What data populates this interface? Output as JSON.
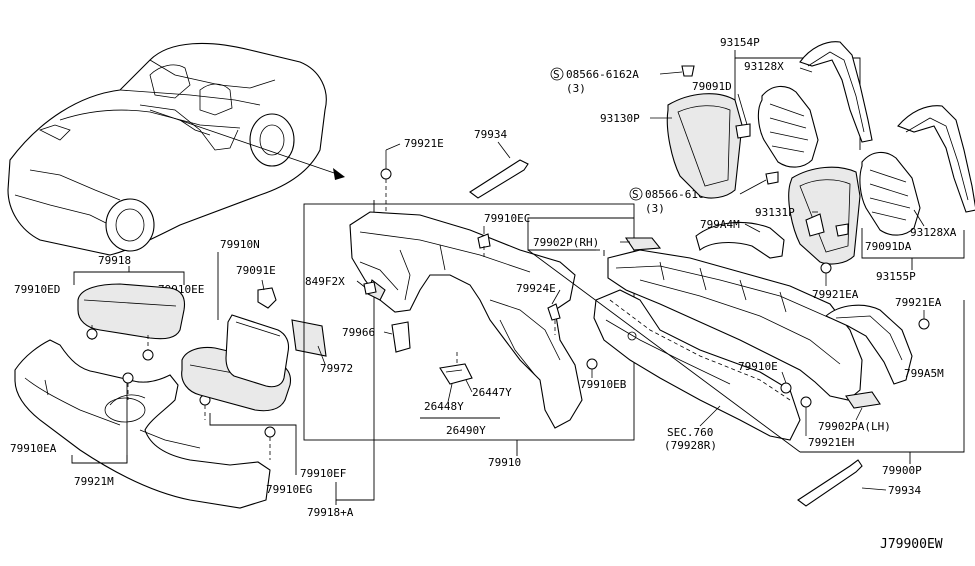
{
  "labels": {
    "p79918": "79918",
    "p79910ED": "79910ED",
    "p79910EE": "79910EE",
    "p79910EA": "79910EA",
    "p79921M": "79921M",
    "p79910N": "79910N",
    "p79091E": "79091E",
    "p79972": "79972",
    "p79910EF": "79910EF",
    "p79910EG": "79910EG",
    "p79918A": "79918+A",
    "p79921E": "79921E",
    "p79934a": "79934",
    "p79910EC": "79910EC",
    "p849F2X": "849F2X",
    "p79924E": "79924E",
    "p79966": "79966",
    "p26447Y": "26447Y",
    "p26448Y": "26448Y",
    "p26490Y": "26490Y",
    "p79910EB": "79910EB",
    "p79910": "79910",
    "p08566a": "08566-6162A",
    "p08566a_q": "(3)",
    "p93154P": "93154P",
    "p79091D": "79091D",
    "p93128X": "93128X",
    "p93130P": "93130P",
    "p08566b": "08566-6162A",
    "p08566b_q": "(3)",
    "p93131P": "93131P",
    "p93128XA": "93128XA",
    "p79091DA": "79091DA",
    "p93155P": "93155P",
    "p799A4M": "799A4M",
    "p79902P": "79902P(RH)",
    "p79921EA_a": "79921EA",
    "p79921EA_b": "79921EA",
    "p799A5M": "799A5M",
    "p79910E": "79910E",
    "p79902PA": "79902PA(LH)",
    "p79921EH": "79921EH",
    "p79900P": "79900P",
    "p79934b": "79934",
    "pSEC760": "SEC.760",
    "pSEC760ref": "(79928R)"
  },
  "diagram_id": "J79900EW",
  "screw_symbol": "S"
}
